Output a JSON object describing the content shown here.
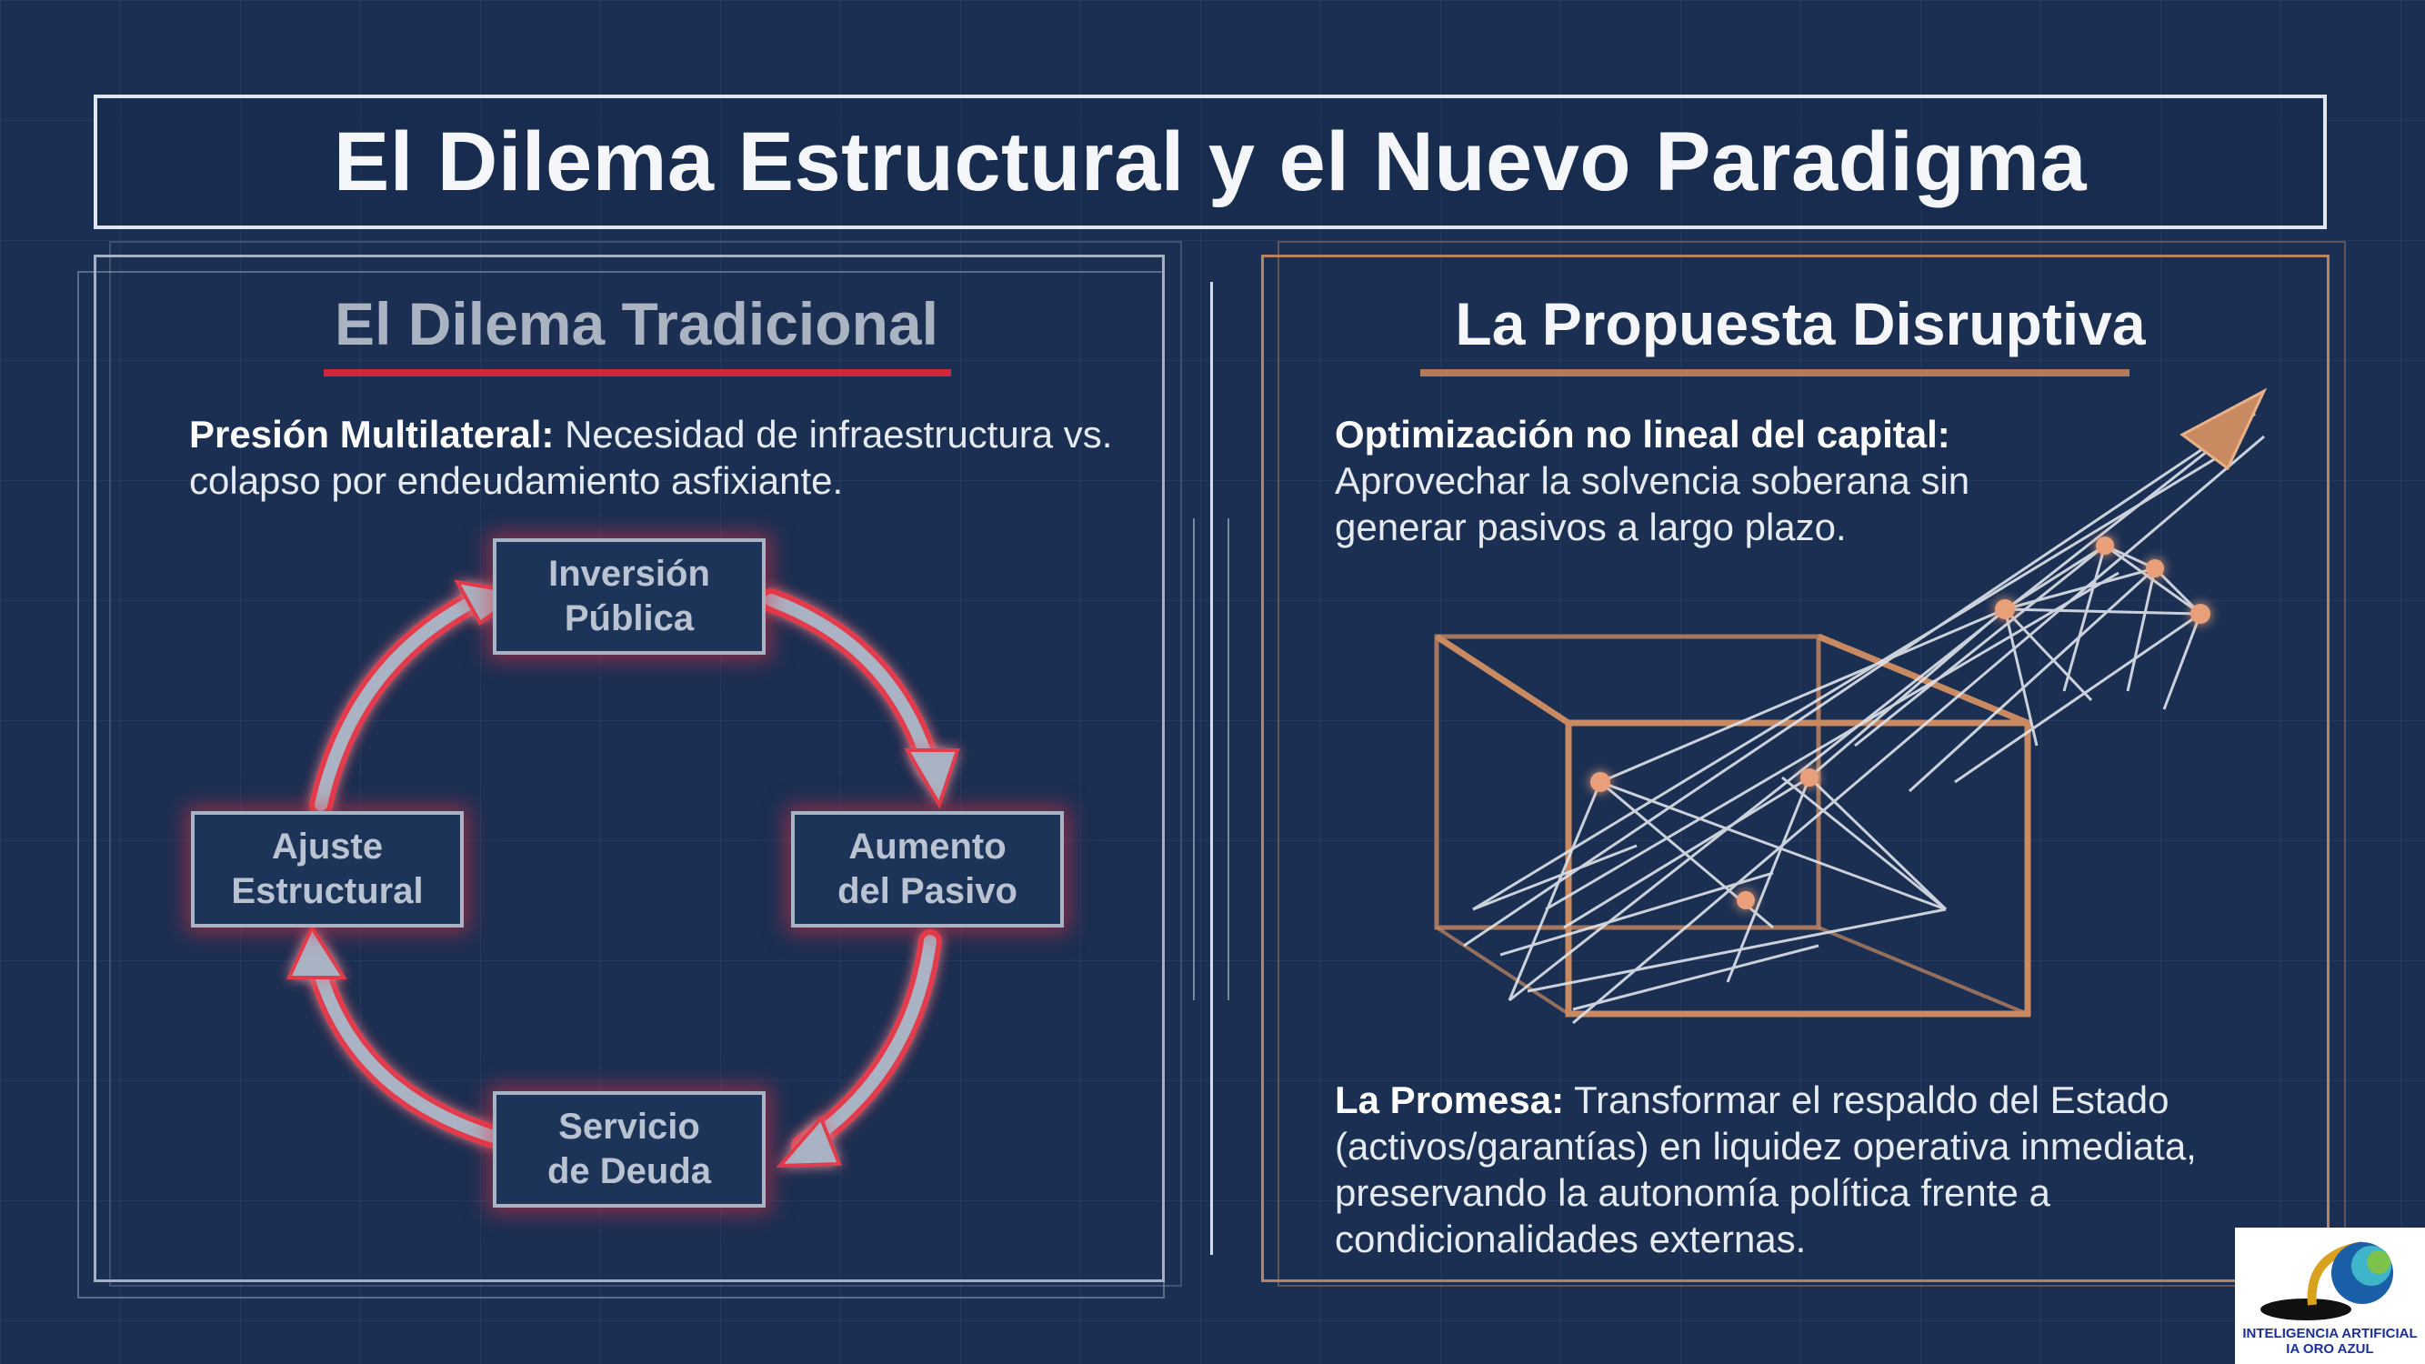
{
  "title": "El Dilema Estructural y el Nuevo Paradigma",
  "left": {
    "heading": "El Dilema Tradicional",
    "intro_bold": "Presión Multilateral:",
    "intro_text": " Necesidad de infraestructura vs. colapso por endeudamiento asfixiante.",
    "cycle": {
      "nodes": [
        {
          "line1": "Inversión",
          "line2": "Pública"
        },
        {
          "line1": "Aumento",
          "line2": "del Pasivo"
        },
        {
          "line1": "Servicio",
          "line2": "de Deuda"
        },
        {
          "line1": "Ajuste",
          "line2": "Estructural"
        }
      ]
    }
  },
  "right": {
    "heading": "La Propuesta Disruptiva",
    "intro_bold": "Optimización no lineal del capital:",
    "intro_text": " Aprovechar la solvencia soberana sin generar pasivos a largo plazo.",
    "promise_bold": "La Promesa:",
    "promise_text": " Transformar el respaldo del Estado (activos/garantías) en liquidez operativa inmediata, preservando la autonomía política frente a condicionalidades externas."
  },
  "logo": {
    "line1": "INTELIGENCIA ARTIFICIAL",
    "line2": "IA ORO AZUL"
  },
  "colors": {
    "background": "#1a2f52",
    "accent_red": "#d2263a",
    "accent_copper": "#b47a57"
  }
}
